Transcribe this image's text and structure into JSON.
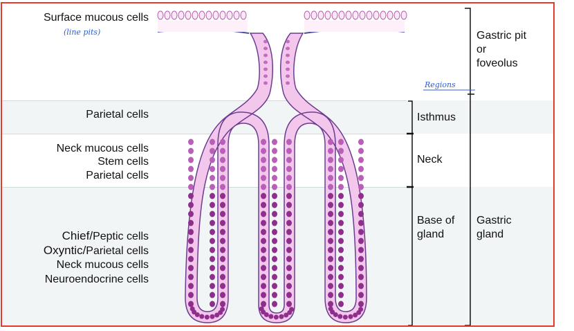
{
  "left_labels": {
    "surface": "Surface mucous cells",
    "parietal": "Parietal cells",
    "neck_mucous": "Neck mucous cells",
    "stem": "Stem cells",
    "parietal2": "Parietal cells",
    "chief": "Chief/",
    "peptic": "Peptic cells",
    "oxyntic": "Oxyntic/",
    "parietal3": "Parietal cells",
    "neck_mucous2": "Neck mucous cells",
    "neuroendocrine": "Neuroendocrine cells"
  },
  "annotations": {
    "line_pits": "(line pits)",
    "regions": "Regions"
  },
  "region_labels": {
    "isthmus": "Isthmus",
    "neck": "Neck",
    "base_line1": "Base of",
    "base_line2": "gland"
  },
  "outer_labels": {
    "pit_line1": "Gastric pit",
    "pit_line2": "or",
    "pit_line3": "foveolus",
    "gland_line1": "Gastric",
    "gland_line2": "gland"
  },
  "colors": {
    "frame": "#e53a2b",
    "tissue": "#f3c6ec",
    "nucleus": "#8e2f8c",
    "annotation": "#2a5fd6"
  }
}
